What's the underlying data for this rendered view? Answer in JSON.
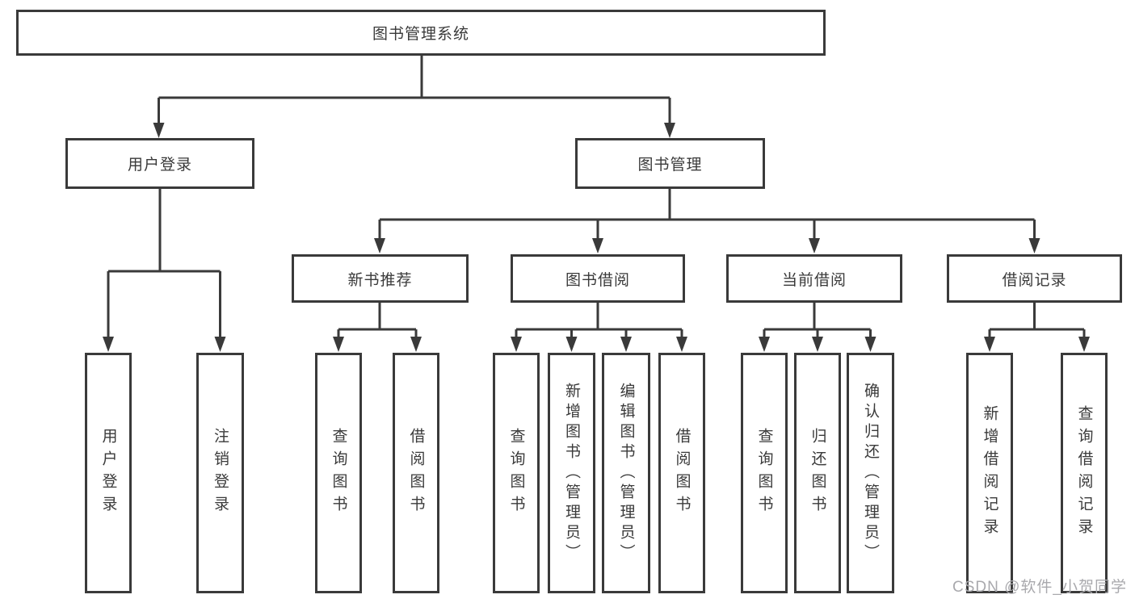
{
  "diagram": {
    "type": "hierarchy-tree",
    "colors": {
      "background": "#ffffff",
      "line": "#3a3a3a",
      "box_border": "#3a3a3a",
      "box_fill": "#ffffff",
      "text": "#3a3a3a",
      "watermark": "#a9a9ad"
    },
    "tree": {
      "root": {
        "label": "图书管理系统"
      },
      "children": [
        {
          "label": "用户登录",
          "children": [
            {
              "label": "用户登录"
            },
            {
              "label": "注销登录"
            }
          ]
        },
        {
          "label": "图书管理",
          "children": [
            {
              "label": "新书推荐",
              "children": [
                {
                  "label": "查询图书"
                },
                {
                  "label": "借阅图书"
                }
              ]
            },
            {
              "label": "图书借阅",
              "children": [
                {
                  "label": "查询图书"
                },
                {
                  "label": "新增图书（管理员）"
                },
                {
                  "label": "编辑图书（管理员）"
                },
                {
                  "label": "借阅图书"
                }
              ]
            },
            {
              "label": "当前借阅",
              "children": [
                {
                  "label": "查询图书"
                },
                {
                  "label": "归还图书"
                },
                {
                  "label": "确认归还（管理员）"
                }
              ]
            },
            {
              "label": "借阅记录",
              "children": [
                {
                  "label": "新增借阅记录"
                },
                {
                  "label": "查询借阅记录"
                }
              ]
            }
          ]
        }
      ]
    }
  },
  "watermark": {
    "text": "CSDN @软件_小贺同学"
  }
}
